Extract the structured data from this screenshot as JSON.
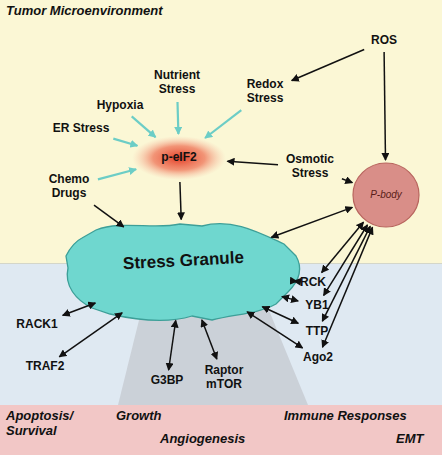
{
  "diagram": {
    "nodes": [
      {
        "text": [
          "Tumor Microenvironment"
        ]
      },
      {
        "text": [
          "Nutrient Stress"
        ],
        "in": 0
      },
      {
        "text": [
          "ROS"
        ],
        "in": 0
      },
      {
        "text": [
          "Hypoxia"
        ],
        "in": 0
      },
      {
        "text": [
          "Redox Stress"
        ],
        "in": 0
      },
      {
        "text": [
          "ER Stress"
        ],
        "in": 0
      },
      {
        "text": [
          "Chemo Drugs"
        ],
        "in": 0
      },
      {
        "text": [
          "p-eIF2"
        ],
        "in": 0
      },
      {
        "text": [
          "Osmotic Stress"
        ],
        "in": 0
      },
      {
        "text": [
          "P-body"
        ],
        "in": 0
      },
      {
        "text": [
          "Stress Granule"
        ]
      },
      {
        "text": [
          "RACK1"
        ]
      },
      {
        "text": [
          "RCK"
        ]
      },
      {
        "text": [
          "YB1"
        ]
      },
      {
        "text": [
          "TRAF2"
        ]
      },
      {
        "text": [
          "TTP"
        ]
      },
      {
        "text": [
          "G3BP"
        ]
      },
      {
        "text": [
          "Ago2"
        ]
      },
      {
        "text": [
          "Raptor mTOR"
        ]
      },
      {
        "text": [
          "Apoptosis/ Survival",
          "Growth",
          "Angiogenesis",
          "Immune Responses",
          "EMT"
        ]
      }
    ],
    "edges": [
      {
        "from": 5,
        "to": 7,
        "arrow": "to"
      },
      {
        "from": 3,
        "to": 7,
        "arrow": "to"
      },
      {
        "from": 1,
        "to": 7,
        "arrow": "to"
      },
      {
        "from": 4,
        "to": 7,
        "arrow": "to"
      },
      {
        "from": 6,
        "to": 7,
        "arrow": "to"
      },
      {
        "from": 6,
        "to": 10,
        "arrow": "to"
      },
      {
        "from": 2,
        "to": 4,
        "arrow": "to"
      },
      {
        "from": 2,
        "to": 9,
        "arrow": "to"
      },
      {
        "from": 8,
        "to": 7,
        "arrow": "to"
      },
      {
        "from": 8,
        "to": 9,
        "arrow": "to"
      },
      {
        "from": 7,
        "to": 10,
        "arrow": "to"
      },
      {
        "from": 10,
        "to": 9,
        "arrow": "both"
      },
      {
        "from": 10,
        "to": 11,
        "arrow": "both"
      },
      {
        "from": 10,
        "to": 14,
        "arrow": "both"
      },
      {
        "from": 10,
        "to": 16,
        "arrow": "both"
      },
      {
        "from": 10,
        "to": 18,
        "arrow": "both"
      },
      {
        "from": 10,
        "to": 12,
        "arrow": "both"
      },
      {
        "from": 10,
        "to": 13,
        "arrow": "both"
      },
      {
        "from": 10,
        "to": 15,
        "arrow": "both"
      },
      {
        "from": 10,
        "to": 17,
        "arrow": "both"
      },
      {
        "from": 9,
        "to": 12,
        "arrow": "both"
      },
      {
        "from": 9,
        "to": 13,
        "arrow": "both"
      },
      {
        "from": 9,
        "to": 15,
        "arrow": "both"
      },
      {
        "from": 9,
        "to": 17,
        "arrow": "both"
      }
    ]
  }
}
